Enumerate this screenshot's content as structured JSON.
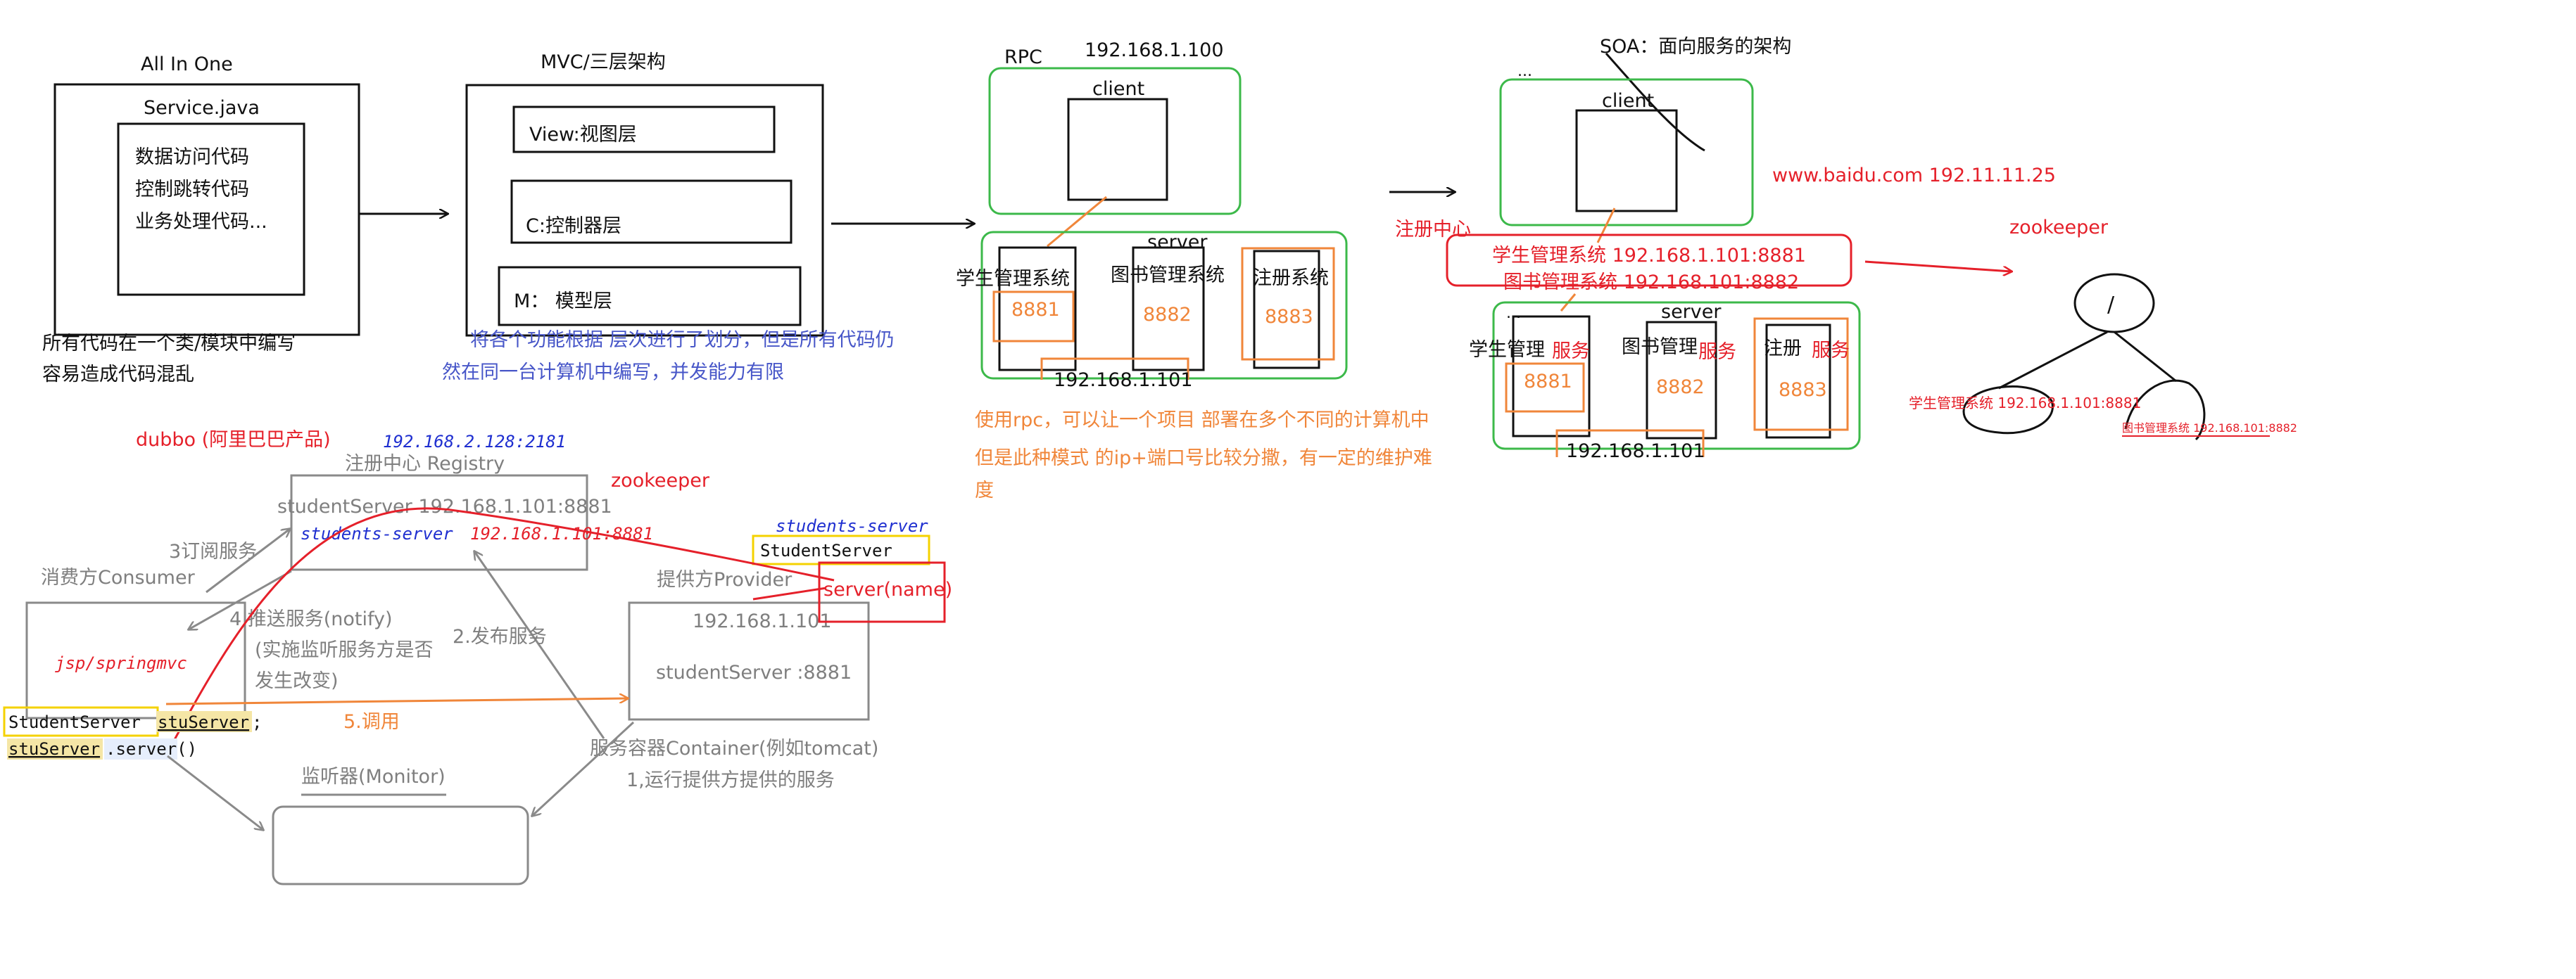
{
  "colors": {
    "black": "#111111",
    "gray": "#7f7f7f",
    "green": "#3cb94a",
    "orange": "#f0863a",
    "red": "#e5202a",
    "blue": "#4756c8",
    "code_blue": "#1f2fd0",
    "yellow": "#f4d200",
    "highlight": "#f5e6a6"
  },
  "sec1": {
    "title": "All In One",
    "file": "Service.java",
    "lines": [
      "数据访问代码",
      "控制跳转代码",
      "业务处理代码..."
    ],
    "note": [
      "所有代码在一个类/模块中编写",
      "容易造成代码混乱"
    ]
  },
  "sec2": {
    "title": "MVC/三层架构",
    "layers": [
      "View:视图层",
      "C:控制器层",
      "M：  模型层"
    ],
    "note": [
      "将各个功能根据 层次进行了划分，但是所有代码仍",
      "然在同一台计算机中编写，并发能力有限"
    ]
  },
  "sec3": {
    "rpc": "RPC",
    "ip": "192.168.1.100",
    "client": "client",
    "server": "server",
    "systems": [
      "学生管理系统",
      "图书管理系统",
      "注册系统"
    ],
    "ports": [
      "8881",
      "8882",
      "8883"
    ],
    "server_ip": "192.168.1.101",
    "note": [
      "使用rpc，可以让一个项目 部署在多个不同的计算机中",
      "但是此种模式 的ip+端口号比较分撒，有一定的维护难",
      "度"
    ]
  },
  "sec4": {
    "title": "SOA：面向服务的架构",
    "client": "client",
    "registry_label": "注册中心",
    "registry_lines": [
      "学生管理系统  192.168.1.101:8881",
      "图书管理系统  192.168.101:8882"
    ],
    "dots": "...",
    "server": "server",
    "services": [
      {
        "name": "学生管理",
        "tag": "服务",
        "port": "8881"
      },
      {
        "name": "图书管理",
        "tag": "服务",
        "port": "8882"
      },
      {
        "name": "注册",
        "tag": "服务",
        "port": "8883"
      }
    ],
    "server_ip": "192.168.1.101",
    "baidu": "www.baidu.com  192.11.11.25",
    "zookeeper": "zookeeper",
    "tree_root": "/",
    "tree_left": "学生管理系统  192.168.1.101:8881",
    "tree_right": "图书管理系统  192.168.101:8882"
  },
  "dubbo": {
    "title": "dubbo (阿里巴巴产品)",
    "registry_ip": "192.168.2.128:2181",
    "registry_label": "注册中心 Registry",
    "zookeeper": "zookeeper",
    "registry_entry": "studentServer   192.168.1.101:8881",
    "registry_code": "students-server",
    "registry_code_ip": "192.168.1.101:8881",
    "subscribe": "3订阅服务",
    "consumer_label": "消费方Consumer",
    "consumer_code": "jsp/springmvc",
    "notify": [
      "4  推送服务(notify)",
      "(实施监听服务方是否",
      "发生改变)"
    ],
    "publish": "2.发布服务",
    "provider_label": "提供方Provider",
    "provider_ip": "192.168.1.101",
    "provider_service": "studentServer :8881",
    "code_students": "students-server",
    "code_class": "StudentServer",
    "code_server": "server(name)",
    "invoke": "5.调用",
    "consumer_code_line1_a": "StudentServer",
    "consumer_code_line1_b": "stuServer",
    "consumer_code_line1_c": ";",
    "consumer_code_line2_a": "stuServer",
    "consumer_code_line2_b": ".server()",
    "container": "服务容器Container(例如tomcat)",
    "run": "1,运行提供方提供的服务",
    "monitor": "监听器(Monitor)"
  }
}
